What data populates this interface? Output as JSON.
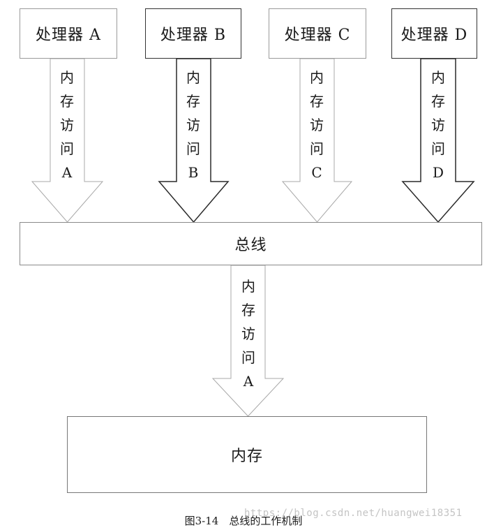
{
  "processors": [
    {
      "label": "处理器 A"
    },
    {
      "label": "处理器 B"
    },
    {
      "label": "处理器 C"
    },
    {
      "label": "处理器 D"
    }
  ],
  "arrows": [
    {
      "chars": [
        "内",
        "存",
        "访",
        "问",
        "A"
      ]
    },
    {
      "chars": [
        "内",
        "存",
        "访",
        "问",
        "B"
      ]
    },
    {
      "chars": [
        "内",
        "存",
        "访",
        "问",
        "C"
      ]
    },
    {
      "chars": [
        "内",
        "存",
        "访",
        "问",
        "D"
      ]
    },
    {
      "chars": [
        "内",
        "存",
        "访",
        "问",
        "A"
      ]
    }
  ],
  "bus": {
    "label": "总线"
  },
  "memory": {
    "label": "内存"
  },
  "caption": "图3-14　总线的工作机制",
  "watermark": "https://blog.csdn.net/huangwei18351"
}
